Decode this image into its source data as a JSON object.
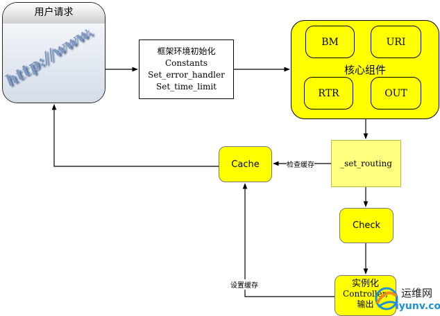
{
  "user_request": {
    "title": "用户请求",
    "image_text": "http://www."
  },
  "init_box": {
    "title": "框架环境初始化",
    "lines": [
      "Constants",
      "Set_error_handler",
      "Set_time_limit"
    ]
  },
  "core": {
    "label": "核心组件",
    "items": [
      "BM",
      "URI",
      "RTR",
      "OUT"
    ]
  },
  "routing": {
    "label": "_set_routing"
  },
  "cache": {
    "label": "Cache"
  },
  "check": {
    "label": "Check"
  },
  "instantiate": {
    "lines": [
      "实例化",
      "Controller,",
      "输出"
    ]
  },
  "edges": {
    "check_cache": "检查缓存",
    "set_cache": "设置缓存"
  },
  "watermark": {
    "cn": "运维网",
    "en": "iyunv.com"
  },
  "colors": {
    "core_yellow": "#ffff00",
    "routing_yellow": "#ffff80",
    "http_blue": "#7f9bc4",
    "watermark_blue": "#1f8fd6",
    "watermark_orange": "#f08a1c"
  }
}
